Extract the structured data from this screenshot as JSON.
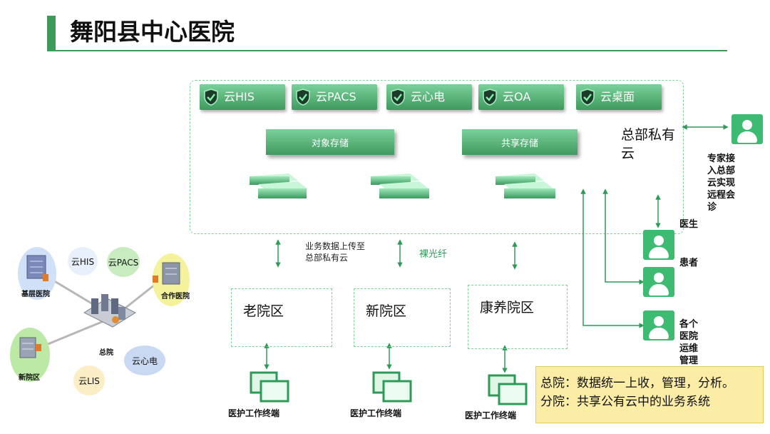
{
  "header": {
    "title": "舞阳县中心医院"
  },
  "cloud": {
    "systems": [
      "云HIS",
      "云PACS",
      "云心电",
      "云OA",
      "云桌面"
    ],
    "storage": [
      "对象存储",
      "共享存储"
    ],
    "label": "总部私有云"
  },
  "links": {
    "upload_line1": "业务数据上传至",
    "upload_line2": "总部私有云",
    "fiber": "裸光纤"
  },
  "campuses": [
    "老院区",
    "新院区",
    "康养院区"
  ],
  "terminal_label": "医护工作终端",
  "expert": [
    "专家接",
    "入总部",
    "云实现",
    "远程会",
    "诊"
  ],
  "roles": {
    "doctor": "医生",
    "patient": "患者",
    "ops": [
      "各个",
      "医院",
      "运维",
      "管理"
    ]
  },
  "summary": {
    "line1": "总院：数据统一上收，管理，分析。",
    "line2": "分院：共享公有云中的业务系统"
  },
  "illustration": {
    "base": "基层医院",
    "coop": "合作医院",
    "new_area": "新院区",
    "hq": "总院",
    "bubbles": [
      "云HIS",
      "云PACS",
      "云心电",
      "云LIS"
    ]
  }
}
